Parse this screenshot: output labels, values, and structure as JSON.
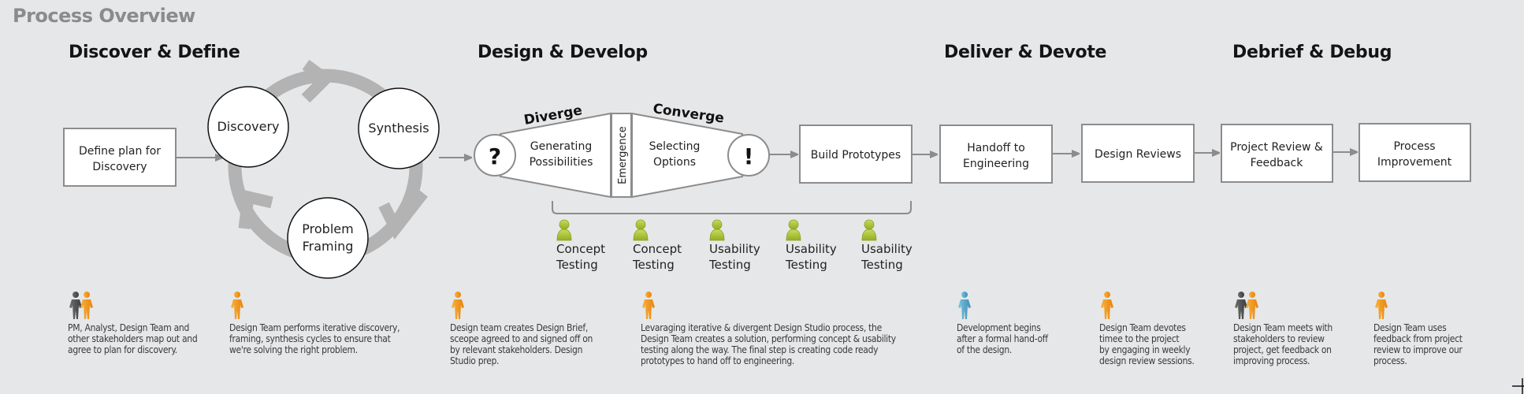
{
  "page": {
    "title": "Process Overview"
  },
  "colors": {
    "background": "#e6e7e9",
    "box_border": "#8c8c8c",
    "arrow": "#8c8c8c",
    "cycle": "#b3b3b3",
    "tester": "#a7c13a",
    "person_orange": "#f0951d",
    "person_gray": "#5a5a5a",
    "person_blue": "#4aa3c9"
  },
  "sections": [
    {
      "title": "Discover & Define"
    },
    {
      "title": "Design & Develop"
    },
    {
      "title": "Deliver & Devote"
    },
    {
      "title": "Debrief & Debug"
    }
  ],
  "discover": {
    "plan_box": {
      "line1": "Define plan for",
      "line2": "Discovery"
    },
    "cycle": {
      "discovery": "Discovery",
      "synthesis": "Synthesis",
      "problem_framing_line1": "Problem",
      "problem_framing_line2": "Framing"
    }
  },
  "design": {
    "diverge_label": "Diverge",
    "converge_label": "Converge",
    "question_symbol": "?",
    "exclaim_symbol": "!",
    "generating_line1": "Generating",
    "generating_line2": "Possibilities",
    "emergence": "Emergence",
    "selecting_line1": "Selecting",
    "selecting_line2": "Options",
    "build_prototypes": "Build Prototypes",
    "testers": [
      {
        "line1": "Concept",
        "line2": "Testing"
      },
      {
        "line1": "Concept",
        "line2": "Testing"
      },
      {
        "line1": "Usability",
        "line2": "Testing"
      },
      {
        "line1": "Usability",
        "line2": "Testing"
      },
      {
        "line1": "Usability",
        "line2": "Testing"
      }
    ]
  },
  "deliver": {
    "handoff_line1": "Handoff to",
    "handoff_line2": "Engineering",
    "design_reviews": "Design Reviews"
  },
  "debrief": {
    "project_review_line1": "Project Review &",
    "project_review_line2": "Feedback",
    "process_improvement_line1": "Process",
    "process_improvement_line2": "Improvement"
  },
  "descriptions": [
    {
      "people": [
        "gray",
        "orange"
      ],
      "text": "PM, Analyst, Design Team and\nother stakeholders map out and\nagree to plan for discovery."
    },
    {
      "people": [
        "orange"
      ],
      "text": "Design Team performs iterative discovery,\nframing, synthesis cycles to ensure that\nwe're solving the right problem."
    },
    {
      "people": [
        "orange"
      ],
      "text": "Design team creates Design Brief,\nsceope agreed to and signed off on\nby relevant stakeholders. Design\nStudio prep."
    },
    {
      "people": [
        "orange"
      ],
      "text": "Levaraging iterative & divergent Design Studio process, the\nDesign Team creates a solution, performing concept & usability\ntesting along the way. The final step is creating code ready\nprototypes to hand off to engineering."
    },
    {
      "people": [
        "blue"
      ],
      "text": "Development begins\nafter a formal hand-off\nof the design."
    },
    {
      "people": [
        "orange"
      ],
      "text": "Design Team devotes\ntimee to the project\nby engaging in weekly\ndesign review sessions."
    },
    {
      "people": [
        "gray",
        "orange"
      ],
      "text": "Design Team meets with\nstakeholders to review\nproject, get feedback on\nimproving process."
    },
    {
      "people": [
        "orange"
      ],
      "text": "Design Team uses\nfeedback from project\nreview to improve our\nprocess."
    }
  ]
}
